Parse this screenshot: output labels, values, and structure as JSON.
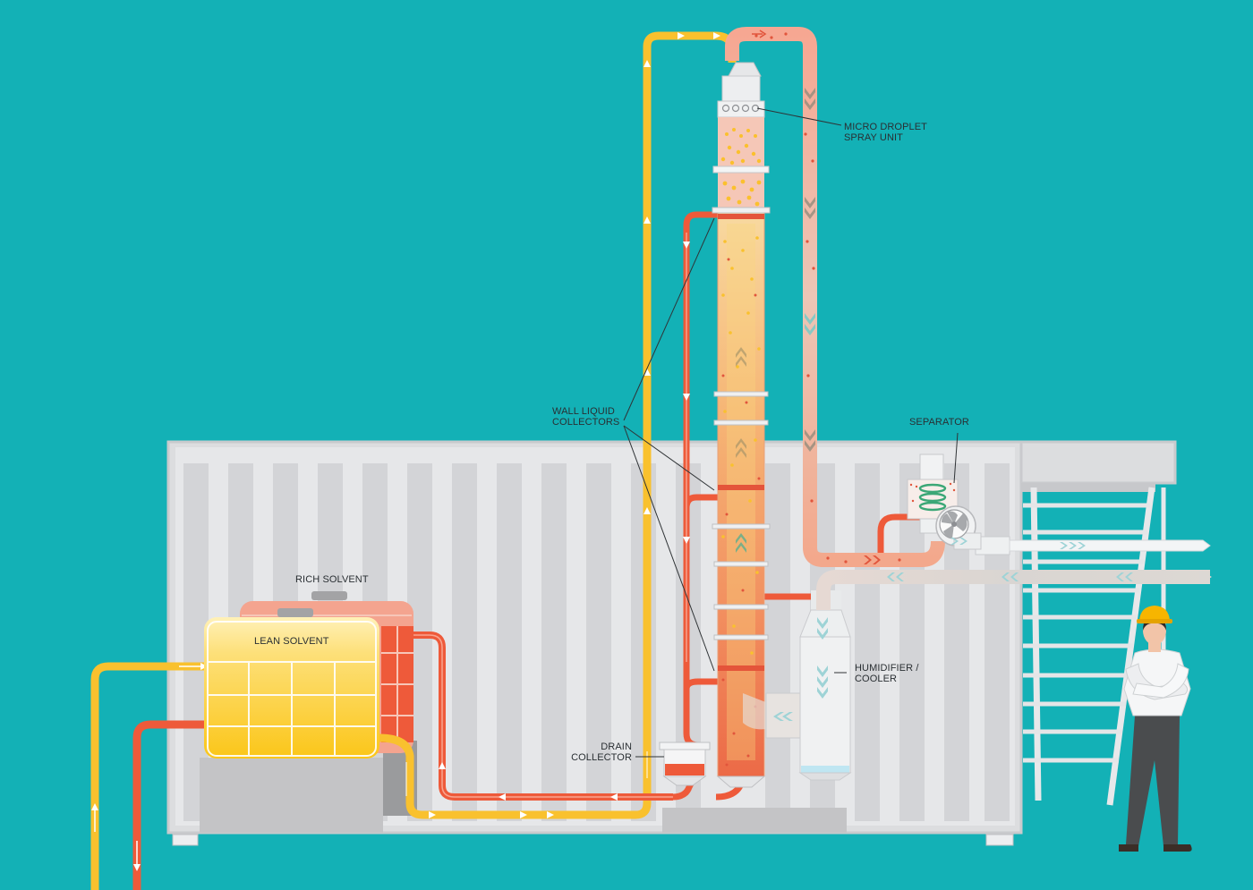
{
  "labels": {
    "micro_droplet": "MICRO DROPLET\nSPRAY UNIT",
    "wall_liquid": "WALL LIQUID\nCOLLECTORS",
    "separator": "SEPARATOR",
    "humidifier": "HUMIDIFIER /\nCOOLER",
    "drain": "DRAIN\nCOLLECTOR",
    "rich_solvent": "RICH SOLVENT",
    "lean_solvent": "LEAN SOLVENT"
  },
  "colors": {
    "background": "#13B1B6",
    "lean_solvent": "#F9C12E",
    "rich_solvent": "#EE5A3A",
    "gas_flow": "#F4A88C",
    "clean_air": "#E9EEF0",
    "container": "#E2E3E5",
    "column": "#F39A5E"
  },
  "icons": {
    "fan": "fan-icon",
    "separator_coil": "spiral-icon",
    "flow_arrow": "chevron-icon",
    "worker": "engineer-figure"
  }
}
